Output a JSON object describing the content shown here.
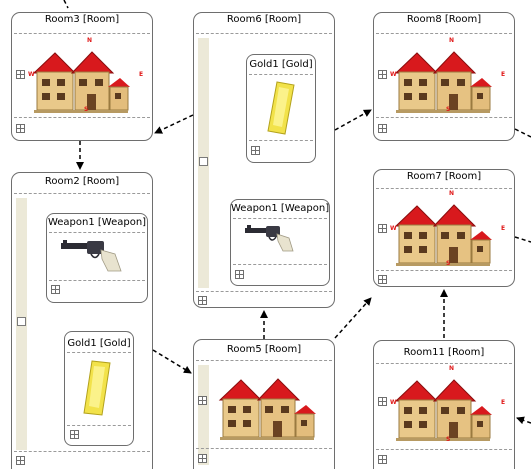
{
  "rooms": {
    "room3": {
      "title": "Room3 [Room]"
    },
    "room6": {
      "title": "Room6 [Room]"
    },
    "room8": {
      "title": "Room8 [Room]"
    },
    "room2": {
      "title": "Room2 [Room]"
    },
    "room7": {
      "title": "Room7 [Room]"
    },
    "room5": {
      "title": "Room5 [Room]"
    },
    "room11": {
      "title": "Room11 [Room]"
    }
  },
  "items": {
    "room6_gold": {
      "title": "Gold1 [Gold]",
      "icon": "gold-bar-icon"
    },
    "room6_weapon": {
      "title": "Weapon1 [Weapon]",
      "icon": "revolver-icon"
    },
    "room2_weapon": {
      "title": "Weapon1 [Weapon]",
      "icon": "revolver-icon"
    },
    "room2_gold": {
      "title": "Gold1 [Gold]",
      "icon": "gold-bar-icon"
    }
  },
  "compass": {
    "n": "N",
    "e": "E",
    "s": "S",
    "w": "W"
  },
  "colors": {
    "border": "#6e6e6e",
    "strip": "#ece9d8",
    "roof": "#d8191d",
    "wall": "#e8c888",
    "gold": "#f2e24a",
    "compass": "#e01818"
  }
}
